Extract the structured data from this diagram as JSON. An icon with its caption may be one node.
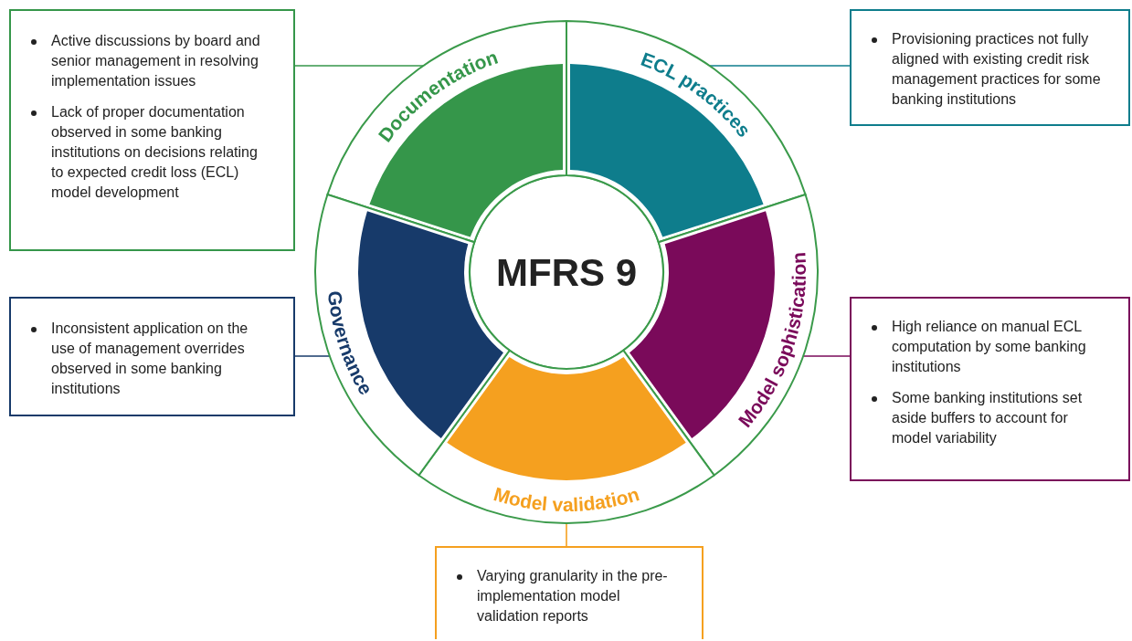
{
  "diagram": {
    "nodes": [
      {
        "text": [
          "MFRS 9"
        ]
      },
      {
        "text": [
          "Documentation"
        ]
      },
      {
        "text": [
          "ECL practices"
        ]
      },
      {
        "text": [
          "Model sophistication"
        ]
      },
      {
        "text": [
          "Model validation"
        ]
      },
      {
        "text": [
          "Governance"
        ]
      },
      {
        "text": [
          "Active discussions by board and senior management in resolving implementation issues",
          "Lack of proper documentation observed in some banking institutions on decisions relating to expected credit loss (ECL) model development"
        ]
      },
      {
        "text": [
          "Provisioning practices not fully aligned with existing credit risk management practices for some banking institutions"
        ]
      },
      {
        "text": [
          "High reliance on manual ECL computation by some banking institutions",
          "Some banking institutions set aside buffers to account for model variability"
        ]
      },
      {
        "text": [
          "Varying granularity in the pre-implementation model validation reports"
        ]
      },
      {
        "text": [
          "Inconsistent application on the use of management overrides observed in some banking institutions"
        ]
      }
    ],
    "edges": [
      {
        "from": 1,
        "to": 6,
        "arrow": "none",
        "color": "#35964a"
      },
      {
        "from": 2,
        "to": 7,
        "arrow": "none",
        "color": "#0e7d8c"
      },
      {
        "from": 3,
        "to": 8,
        "arrow": "none",
        "color": "#7a0a5a"
      },
      {
        "from": 4,
        "to": 9,
        "arrow": "none",
        "color": "#f5a01f"
      },
      {
        "from": 5,
        "to": 10,
        "arrow": "none",
        "color": "#173a6a"
      }
    ]
  }
}
